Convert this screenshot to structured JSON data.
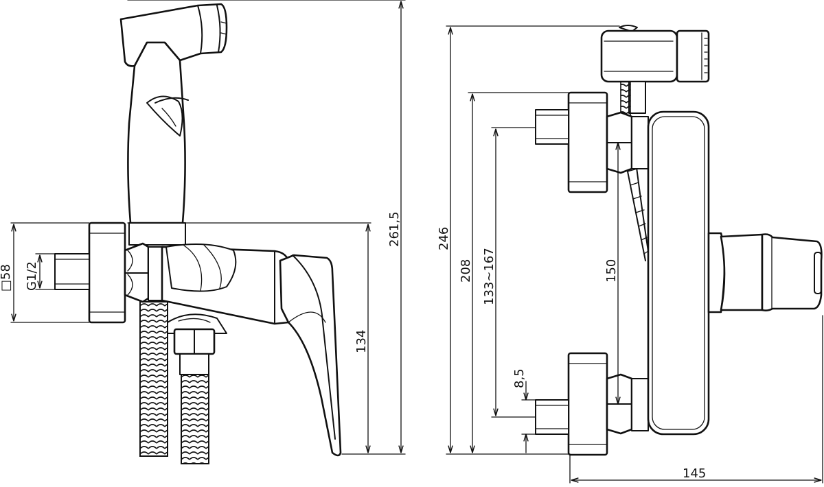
{
  "dimensions": {
    "square": "□58",
    "thread": "G1/2",
    "height_134": "134",
    "total_261_5": "261,5",
    "total_246": "246",
    "height_208": "208",
    "range_133_167": "133~167",
    "center_150": "150",
    "inlet_8_5": "8,5",
    "depth_145": "145"
  },
  "colors": {
    "line": "#111111",
    "background": "#ffffff"
  }
}
